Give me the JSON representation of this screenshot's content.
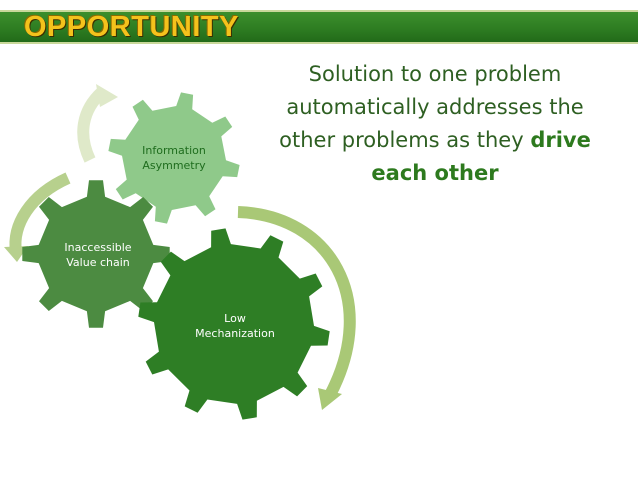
{
  "slide": {
    "title": "OPPORTUNITY",
    "caption_parts": [
      "Solution to one problem automatically addresses the other problems as they ",
      "drive each other"
    ]
  },
  "gears": [
    {
      "label": "Information Asymmetry",
      "color": "#8fc98a",
      "text_color": "#1f6d1e"
    },
    {
      "label": "Inaccessible Value chain",
      "color": "#4c8b41",
      "text_color": "#ffffff"
    },
    {
      "label": "Low Mechanization",
      "color": "#2e7e25",
      "text_color": "#ffffff"
    }
  ],
  "colors": {
    "title_bar": "#2e7d22",
    "title_text": "#f4c21c",
    "caption_text": "#2e5f22",
    "caption_emphasis": "#2d7a1e",
    "arrow": "#a9c876"
  }
}
